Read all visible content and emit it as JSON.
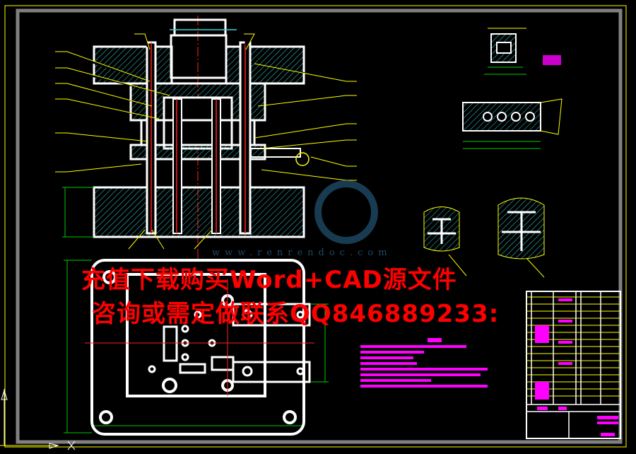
{
  "watermark": {
    "line1": "充值下载购买Word+CAD源文件",
    "line2": "咨询或需定做联系QQ846889233:",
    "site": "www.renrendoc.com"
  },
  "colors": {
    "background": "#000000",
    "outline": "#ffffff",
    "hatch": "#3fd0d0",
    "leader": "#ffff00",
    "dimension": "#00cc00",
    "centerline": "#ff2020",
    "annotation": "#ff00ff",
    "frame_inner": "#808080",
    "frame_outer": "#ffff00",
    "watermark": "#ff0000"
  }
}
